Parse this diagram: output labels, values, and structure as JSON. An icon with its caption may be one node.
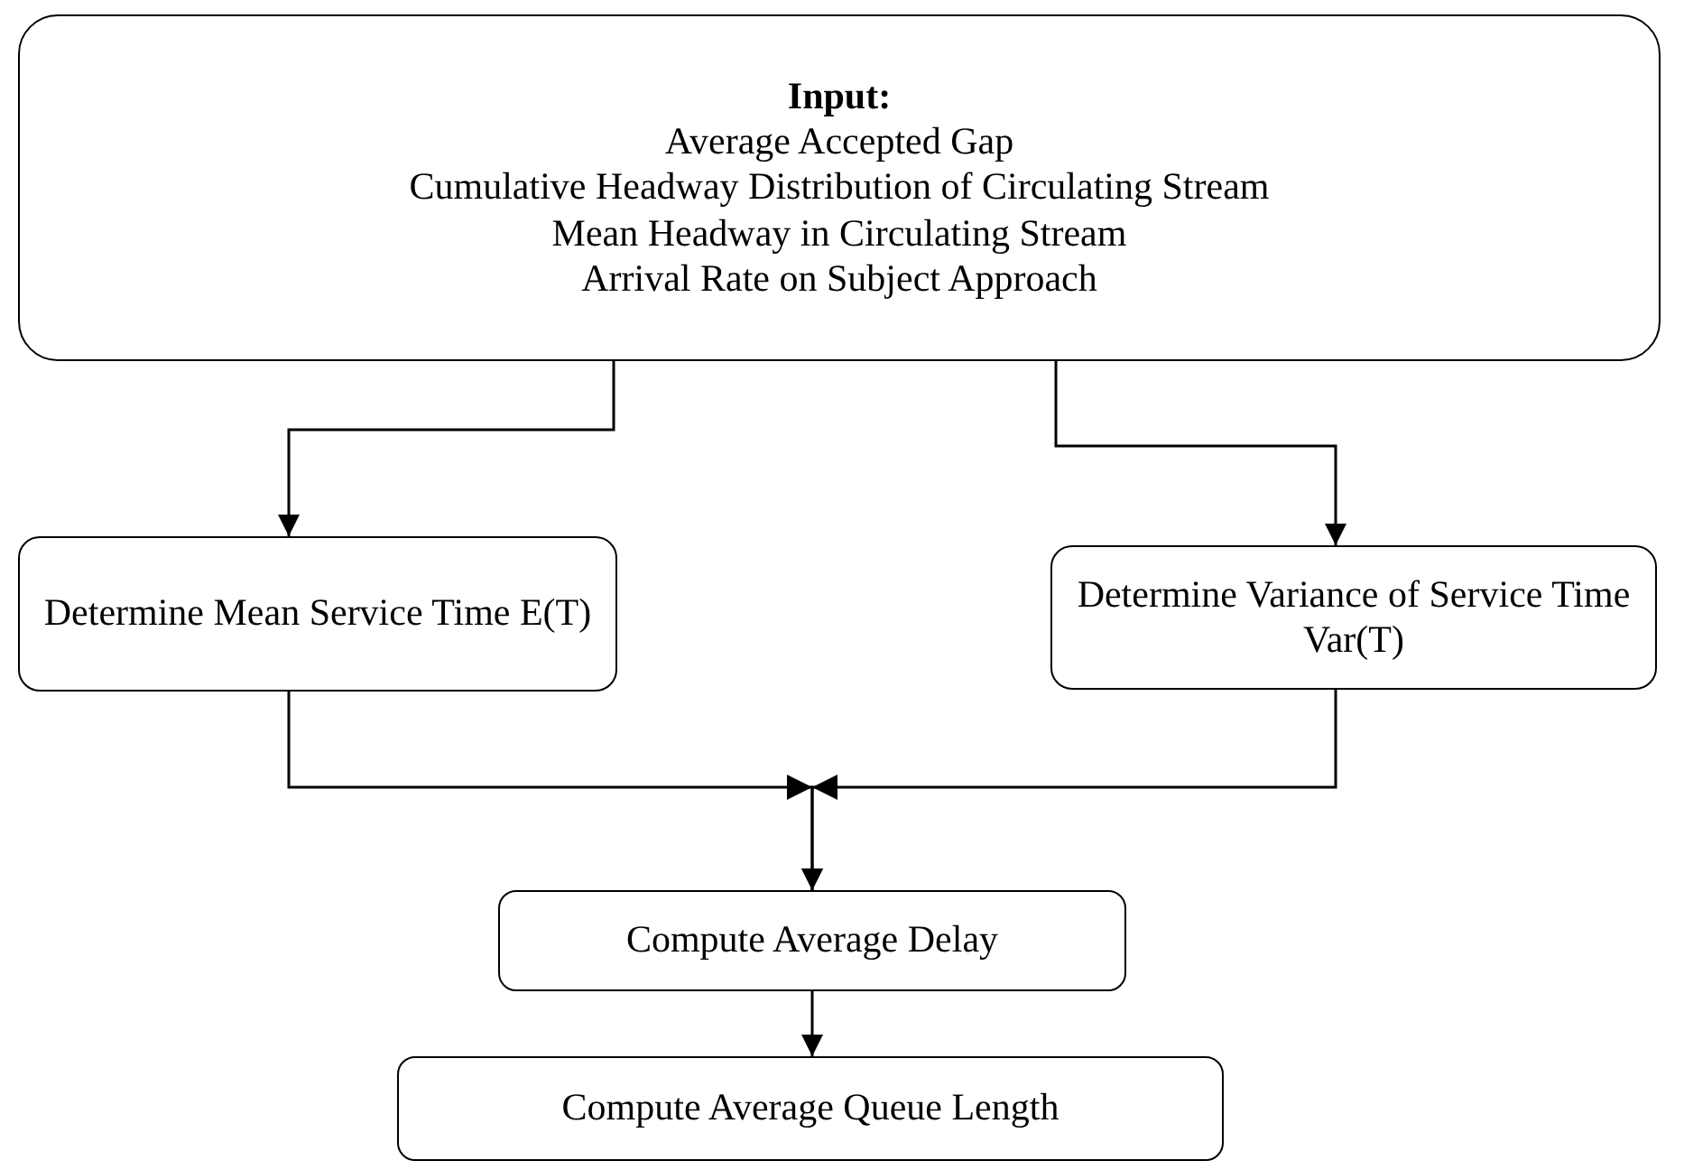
{
  "diagram": {
    "nodes": [
      {
        "text": [
          "Input:",
          "Average Accepted Gap",
          "Cumulative Headway Distribution of Circulating Stream",
          "Mean Headway in Circulating Stream",
          "Arrival Rate on Subject Approach"
        ]
      },
      {
        "text": [
          "Determine Mean Service Time E(T)"
        ]
      },
      {
        "text": [
          "Determine Variance of Service Time Var(T)"
        ]
      },
      {
        "text": [
          "Compute Average Delay"
        ]
      },
      {
        "text": [
          "Compute Average Queue Length"
        ]
      }
    ],
    "edges": [
      {
        "from": 0,
        "to": 1,
        "arrow": "to"
      },
      {
        "from": 0,
        "to": 2,
        "arrow": "to"
      },
      {
        "from": 1,
        "to": 3,
        "arrow": "to"
      },
      {
        "from": 2,
        "to": 3,
        "arrow": "to"
      },
      {
        "from": 3,
        "to": 4,
        "arrow": "to"
      }
    ]
  }
}
